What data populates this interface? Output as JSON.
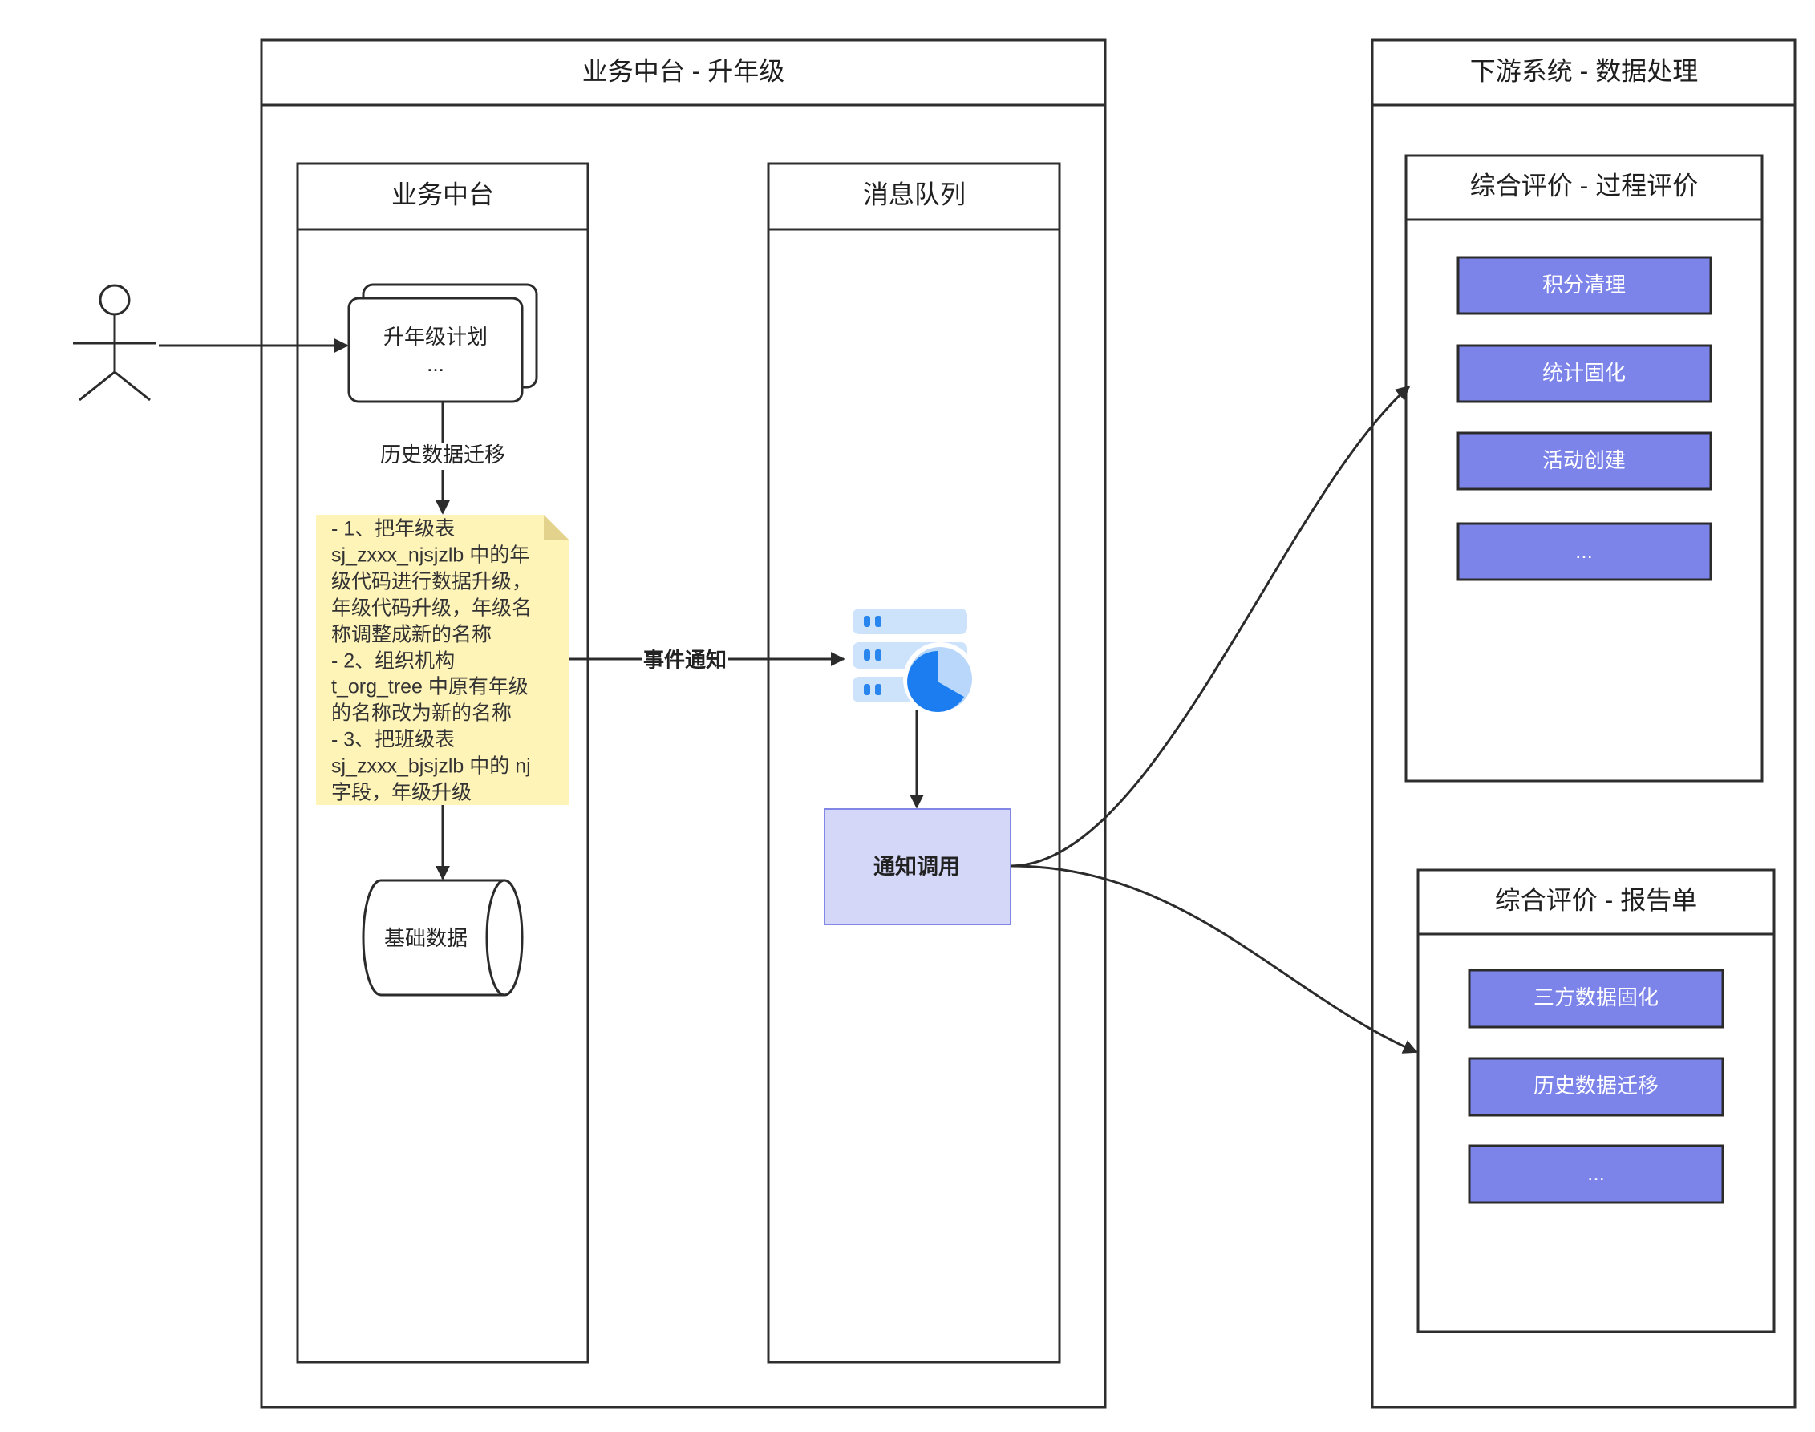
{
  "diagram": {
    "left_frame": {
      "title": "业务中台 - 升年级"
    },
    "business_lane": {
      "title": "业务中台"
    },
    "queue_lane": {
      "title": "消息队列"
    },
    "plan_node": {
      "line1": "升年级计划",
      "line2": "..."
    },
    "migration_edge": {
      "label": "历史数据迁移"
    },
    "note": {
      "lines": [
        "- 1、把年级表",
        "sj_zxxx_njsjzlb 中的年",
        "级代码进行数据升级，",
        "年级代码升级，年级名",
        "称调整成新的名称",
        "- 2、组织机构",
        "t_org_tree 中原有年级",
        "的名称改为新的名称",
        "- 3、把班级表",
        "sj_zxxx_bjsjzlb 中的 nj",
        "字段，年级升级"
      ]
    },
    "base_data": {
      "label": "基础数据"
    },
    "event_edge": {
      "label": "事件通知"
    },
    "notify_node": {
      "label": "通知调用"
    },
    "right_frame": {
      "title": "下游系统 - 数据处理"
    },
    "process_eval": {
      "title": "综合评价 - 过程评价",
      "items": [
        "积分清理",
        "统计固化",
        "活动创建",
        "..."
      ]
    },
    "report": {
      "title": "综合评价 - 报告单",
      "items": [
        "三方数据固化",
        "历史数据迁移",
        "..."
      ]
    }
  },
  "icons": {
    "actor": "user-actor-icon",
    "queue": "database-icon",
    "queue_badge": "pie-chart-icon"
  },
  "colors": {
    "line": "#2b2b2b",
    "frame_stroke": "#2e2e2e",
    "note_fill": "#fff4b8",
    "note_fold": "#e3d28c",
    "notify_fill": "#d4d7f8",
    "notify_stroke": "#8287e6",
    "item_fill": "#7c84ea",
    "item_stroke": "#2b2b2b",
    "item_text": "#ffffff",
    "db_bar": "#cde2fb",
    "db_accent": "#2a86ef",
    "pie_light": "#b8d7fb",
    "pie_dark": "#1c7df0"
  }
}
